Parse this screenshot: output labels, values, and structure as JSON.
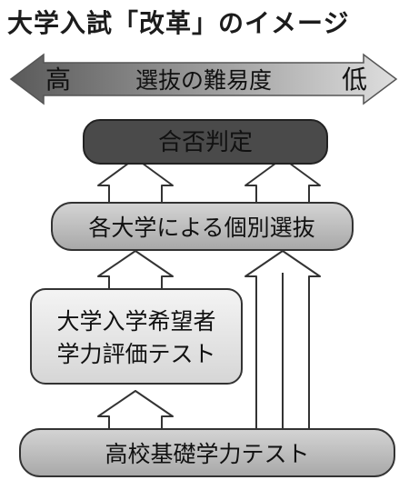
{
  "title": "大学入試「改革」のイメージ",
  "scale": {
    "high_label": "高",
    "center_label": "選抜の難易度",
    "low_label": "低"
  },
  "boxes": {
    "final_decision": "合否判定",
    "individual_selection": "各大学による個別選抜",
    "applicant_test_line1": "大学入学希望者",
    "applicant_test_line2": "学力評価テスト",
    "basic_test": "高校基礎学力テスト"
  },
  "colors": {
    "dark_box": "#4a4a4a",
    "mid_box": "#bdbdbd",
    "light_box": "#e8e8e8",
    "arrow_fill": "#ffffff",
    "outline": "#333333"
  }
}
